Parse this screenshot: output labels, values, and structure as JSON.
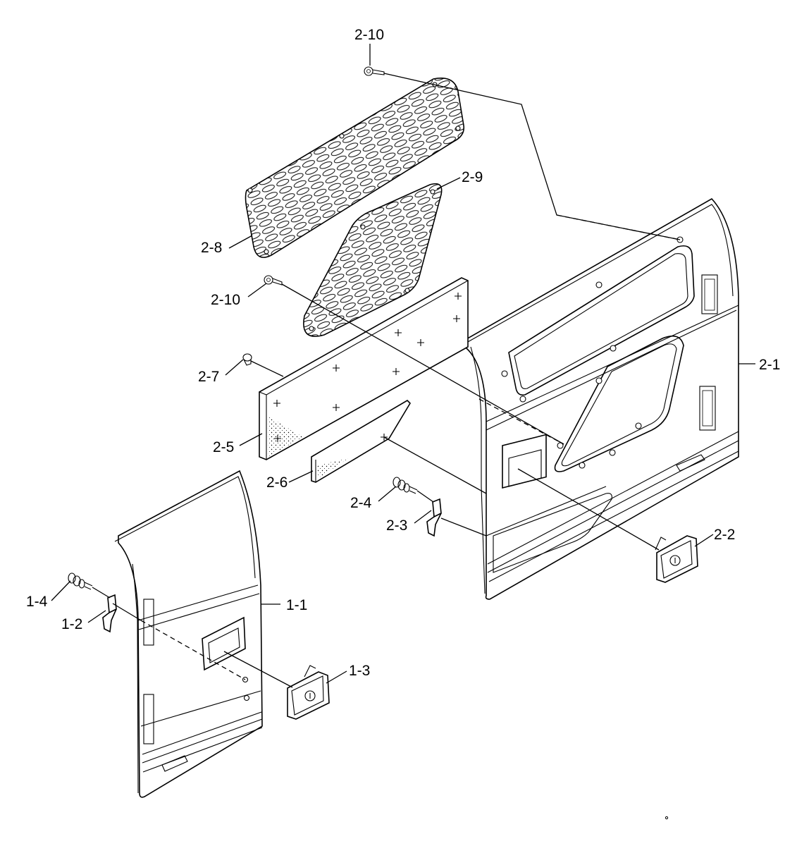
{
  "callouts": {
    "p2_10_top": "2-10",
    "p2_9": "2-9",
    "p2_8": "2-8",
    "p2_10_mid": "2-10",
    "p2_7": "2-7",
    "p2_5": "2-5",
    "p2_6": "2-6",
    "p2_4": "2-4",
    "p2_3": "2-3",
    "p2_2": "2-2",
    "p2_1": "2-1",
    "p1_4": "1-4",
    "p1_2": "1-2",
    "p1_1": "1-1",
    "p1_3": "1-3"
  },
  "parts": [
    {
      "id": "1-1",
      "icon": "door-panel-front-icon"
    },
    {
      "id": "1-2",
      "icon": "bracket-icon"
    },
    {
      "id": "1-3",
      "icon": "door-handle-icon"
    },
    {
      "id": "1-4",
      "icon": "bolt-icon"
    },
    {
      "id": "2-1",
      "icon": "door-panel-rear-icon"
    },
    {
      "id": "2-2",
      "icon": "door-handle-icon"
    },
    {
      "id": "2-3",
      "icon": "bracket-icon"
    },
    {
      "id": "2-4",
      "icon": "bolt-icon"
    },
    {
      "id": "2-5",
      "icon": "insulation-pad-icon"
    },
    {
      "id": "2-6",
      "icon": "insulation-pad-icon"
    },
    {
      "id": "2-7",
      "icon": "clip-icon"
    },
    {
      "id": "2-8",
      "icon": "vent-grille-icon"
    },
    {
      "id": "2-9",
      "icon": "vent-grille-icon"
    },
    {
      "id": "2-10",
      "icon": "screw-icon"
    }
  ]
}
